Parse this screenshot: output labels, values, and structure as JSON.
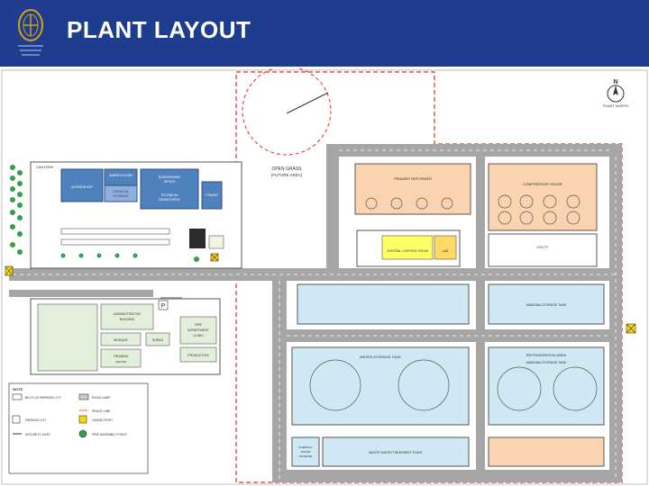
{
  "header": {
    "title": "PLANT LAYOUT"
  },
  "colors": {
    "header_bg": "#1f3d8f",
    "road": "#a6a6a6",
    "process_area": "#fbd3b0",
    "storage_area": "#cfe8f3",
    "office_blue": "#4f81bd",
    "boundary_red": "#e0302a",
    "green": "#35a04a"
  },
  "icons": [
    "north-arrow-icon",
    "security-gate-icon",
    "guard-post-icon",
    "parking-icon",
    "fire-assembly-point-icon",
    "tree-icon"
  ],
  "plan": {
    "north_label": "N",
    "north_sub": "PLANT NORTH",
    "open_grass_1": "OPEN GRASS",
    "open_grass_2": "(FUTURE AREA)",
    "canteen": "CANTEEN",
    "warehouse": "WAREHOUSE",
    "workshop": "WORKSHOP",
    "chemical_storage_1": "CHEMICAL",
    "chemical_storage_2": "STORAGE",
    "engineering_1": "ENGINEERING",
    "engineering_2": "OFFICE",
    "technical_1": "TECHNICAL",
    "technical_2": "DEPARTMENT",
    "primary_reformer": "PRIMARY REFORMER",
    "compressor_house": "COMPRESSOR HOUSE",
    "central_control": "CENTRAL CONTROL ROOM",
    "lab": "LAB",
    "utility": "UTILITY",
    "ammonia_storage": "AMMONIA STORAGE TANK",
    "water_storage": "WATER STORAGE TANK",
    "refrigeration": "REFRIGERATION AREA",
    "chemical_waste_1": "CHEMICAL",
    "chemical_waste_2": "WASTE",
    "chemical_waste_3": "STORAGE",
    "water_treatment": "WASTE WATER TREATMENT PLANT",
    "admin_1": "ADMINISTRATION",
    "admin_2": "BUILDING",
    "mosque": "MOSQUE",
    "training": "TRAINING",
    "training_2": "CENTER",
    "fire_dept_1": "FIRE",
    "fire_dept_2": "DEPARTMENT",
    "fire_dept_3": "CLINIC",
    "production": "PRODUCTION",
    "surau": "SURAU",
    "power": "POWER",
    "legend": {
      "title": "NOTE",
      "items": [
        {
          "label": "BICYCLE PARKING LOT",
          "icon": "bicycle-parking-icon"
        },
        {
          "label": "ROAD LAMP",
          "icon": "road-lamp-icon"
        },
        {
          "label": "FENCE LINE",
          "icon": "fence-line-icon"
        },
        {
          "label": "PARKING LOT",
          "icon": "parking-icon"
        },
        {
          "label": "GUARD POST",
          "icon": "guard-post-icon"
        },
        {
          "label": "SECURITY GATE",
          "icon": "security-gate-icon"
        },
        {
          "label": "FIRE ASSEMBLY POINT",
          "icon": "fire-assembly-point-icon"
        }
      ]
    }
  }
}
